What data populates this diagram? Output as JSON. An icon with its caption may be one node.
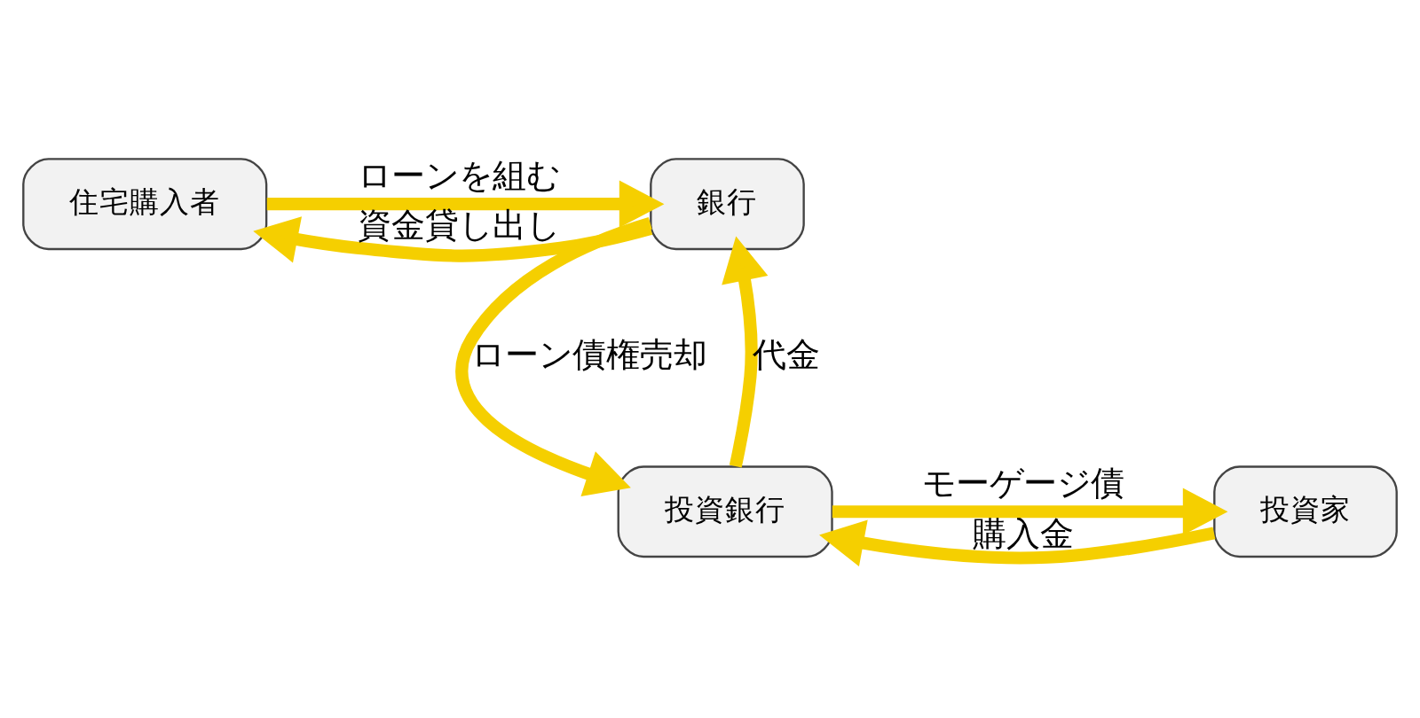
{
  "diagram": {
    "nodes": [
      {
        "text": [
          "住宅購入者"
        ]
      },
      {
        "text": [
          "銀行"
        ]
      },
      {
        "text": [
          "投資家"
        ]
      },
      {
        "text": [
          "投資銀行"
        ]
      }
    ],
    "edges": [
      {
        "from": 1,
        "to": 0,
        "arrow": "to",
        "label": "資金貸し出し"
      },
      {
        "from": 0,
        "to": 1,
        "arrow": "to",
        "label": "ローンを組む"
      },
      {
        "from": 3,
        "to": 1,
        "arrow": "to",
        "label": "代金"
      },
      {
        "from": 1,
        "to": 3,
        "arrow": "to",
        "label": "ローン債権売却"
      },
      {
        "from": 3,
        "to": 2,
        "arrow": "to",
        "label": "モーゲージ債"
      },
      {
        "from": 2,
        "to": 3,
        "arrow": "to",
        "label": "購入金"
      }
    ]
  }
}
